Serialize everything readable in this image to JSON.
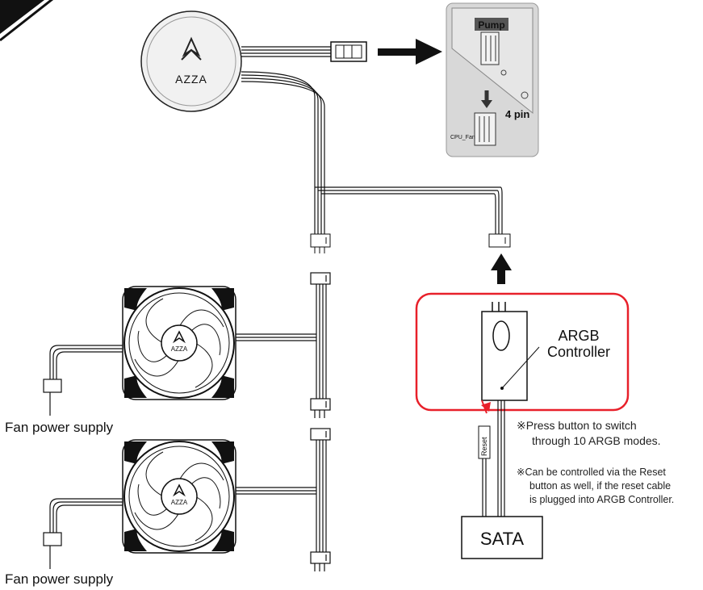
{
  "pump_head": {
    "logo_text": "AZZA"
  },
  "motherboard": {
    "pump_label": "Pump",
    "pin_label": "4 pin",
    "cpu_fan_label": "CPU_Fan"
  },
  "fans": [
    {
      "logo_text": "AZZA",
      "caption": "Fan power supply"
    },
    {
      "logo_text": "AZZA",
      "caption": "Fan power supply"
    }
  ],
  "controller": {
    "label_line1": "ARGB",
    "label_line2": "Controller"
  },
  "reset_label": "Reset",
  "sata_label": "SATA",
  "notes": [
    {
      "mark": "※",
      "lines": [
        "Press button to switch",
        "through 10 ARGB modes."
      ]
    },
    {
      "mark": "※",
      "lines": [
        "Can be controlled via the Reset",
        "button as well, if the reset cable",
        "is plugged into ARGB Controller."
      ]
    }
  ],
  "colors": {
    "highlight": "#e8202a",
    "ink": "#111111",
    "panel": "#d9d9d9"
  }
}
